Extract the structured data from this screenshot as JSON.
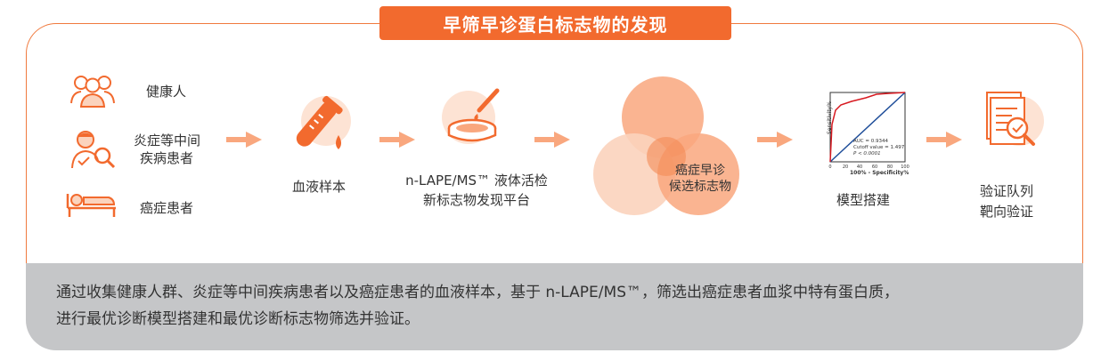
{
  "title": "早筛早诊蛋白标志物的发现",
  "groups": {
    "healthy": "健康人",
    "inflammatory_line1": "炎症等中间",
    "inflammatory_line2": "疾病患者",
    "cancer": "癌症患者"
  },
  "steps": {
    "blood_sample": "血液样本",
    "platform_line1": "n-LAPE/MS™ 液体活检",
    "platform_line2": "新标志物发现平台",
    "venn_line1": "癌症早诊",
    "venn_line2": "候选标志物",
    "model": "模型搭建",
    "validation_line1": "验证队列",
    "validation_line2": "靶向验证"
  },
  "roc": {
    "y_label": "Sensitivity%",
    "x_label": "100% - Specificity%",
    "auc": "AUC = 0.9344",
    "cutoff": "Cutoff value = 1.497",
    "p": "P < 0.0001",
    "ticks": [
      "0",
      "20",
      "40",
      "60",
      "80",
      "100"
    ]
  },
  "footer": {
    "line1": "通过收集健康人群、炎症等中间疾病患者以及癌症患者的血液样本，基于 n-LAPE/MS™，筛选出癌症患者血浆中特有蛋白质，",
    "line2": "进行最优诊断模型搭建和最优诊断标志物筛选并验证。"
  },
  "colors": {
    "accent": "#f26a2e",
    "accent_light": "#fbd3bd",
    "footer_bg": "#c5c6c8"
  }
}
